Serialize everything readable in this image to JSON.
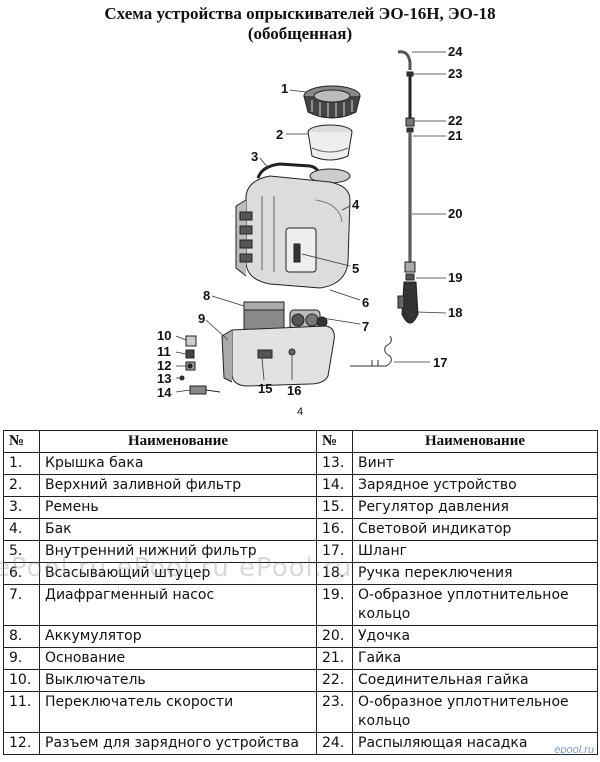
{
  "title_line1": "Схема устройства опрыскивателей ЭО-16Н, ЭО-18",
  "title_line2": "(обобщенная)",
  "figure_number": "4",
  "callouts": [
    "1",
    "2",
    "3",
    "4",
    "5",
    "6",
    "7",
    "8",
    "9",
    "10",
    "11",
    "12",
    "13",
    "14",
    "15",
    "16",
    "17",
    "18",
    "19",
    "20",
    "21",
    "22",
    "23",
    "24"
  ],
  "table": {
    "headers": {
      "num1": "№",
      "name1": "Наименование",
      "num2": "№",
      "name2": "Наименование"
    },
    "rows": [
      {
        "n1": "1.",
        "t1": "Крышка бака",
        "n2": "13.",
        "t2": "Винт"
      },
      {
        "n1": "2.",
        "t1": "Верхний заливной фильтр",
        "n2": "14.",
        "t2": "Зарядное устройство"
      },
      {
        "n1": "3.",
        "t1": "Ремень",
        "n2": "15.",
        "t2": "Регулятор давления"
      },
      {
        "n1": "4.",
        "t1": "Бак",
        "n2": "16.",
        "t2": "Световой индикатор"
      },
      {
        "n1": "5.",
        "t1": "Внутренний нижний фильтр",
        "n2": "17.",
        "t2": "Шланг"
      },
      {
        "n1": "6.",
        "t1": "Всасывающий штуцер",
        "n2": "18.",
        "t2": "Ручка переключения"
      },
      {
        "n1": "7.",
        "t1": "Диафрагменный насос",
        "n2": "19.",
        "t2": "О-образное уплотнительное кольцо"
      },
      {
        "n1": "8.",
        "t1": "Аккумулятор",
        "n2": "20.",
        "t2": "Удочка"
      },
      {
        "n1": "9.",
        "t1": "Основание",
        "n2": "21.",
        "t2": "Гайка"
      },
      {
        "n1": "10.",
        "t1": "Выключатель",
        "n2": "22.",
        "t2": "Соединительная гайка"
      },
      {
        "n1": "11.",
        "t1": "Переключатель скорости",
        "n2": "23.",
        "t2": "О-образное уплотнительное кольцо"
      },
      {
        "n1": "12.",
        "t1": "Разъем для зарядного устройства",
        "n2": "24.",
        "t2": "Распыляющая насадка"
      }
    ]
  },
  "watermark": "ePool.ru      ePool.ru      ePool.ru",
  "logo": "epool.ru"
}
